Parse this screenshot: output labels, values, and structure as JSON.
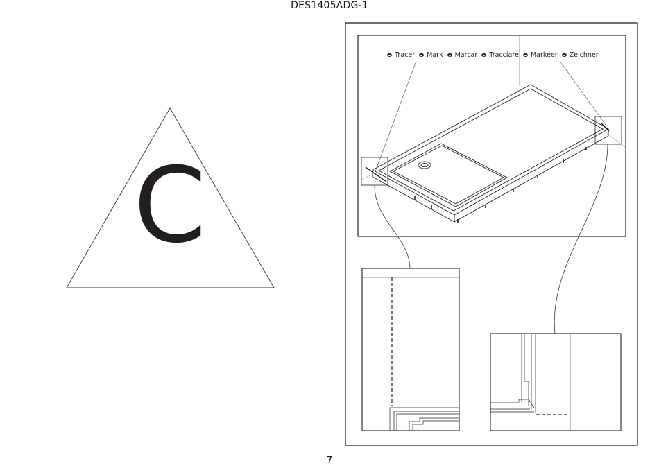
{
  "header": {
    "document_code": "DES1405ADG-1"
  },
  "step": {
    "letter": "C"
  },
  "legend": {
    "items": [
      {
        "label": "Tracer"
      },
      {
        "label": "Mark"
      },
      {
        "label": "Marcar"
      },
      {
        "label": "Tracciare"
      },
      {
        "label": "Markeer"
      },
      {
        "label": "Zeichnen"
      }
    ]
  },
  "footer": {
    "page_number": "7"
  }
}
